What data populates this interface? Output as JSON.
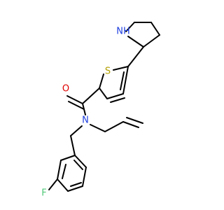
{
  "molecule": {
    "atoms": [
      {
        "id": "S",
        "label": "S",
        "color": "#b2a000"
      },
      {
        "id": "O",
        "label": "O",
        "color": "#e00000"
      },
      {
        "id": "N_amide",
        "label": "N",
        "color": "#2040e0"
      },
      {
        "id": "N_ring",
        "label": "NH",
        "color": "#2040e0"
      },
      {
        "id": "F",
        "label": "F",
        "color": "#50c878"
      }
    ],
    "bond_color": "#000000"
  }
}
